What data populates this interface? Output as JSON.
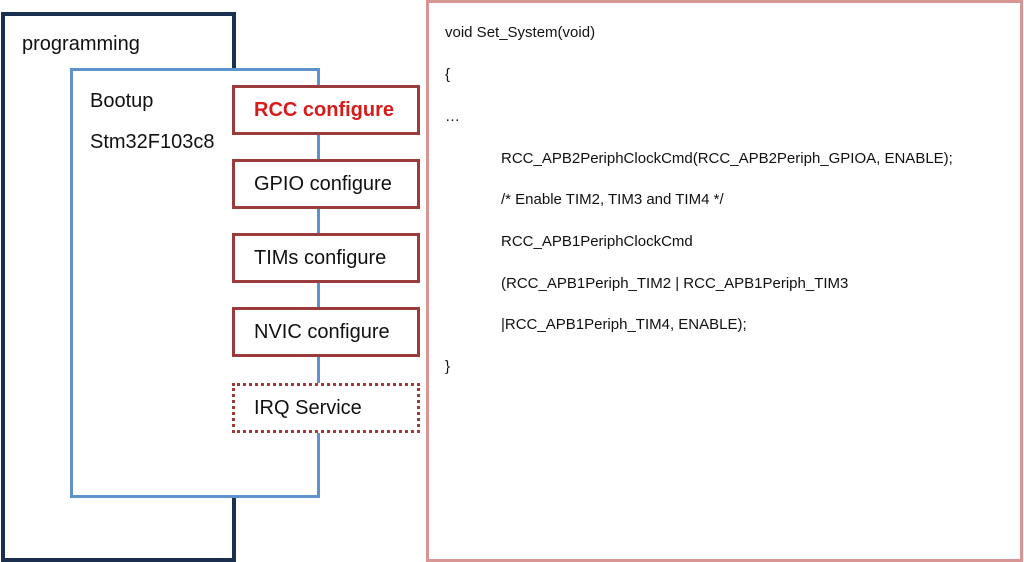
{
  "outer": {
    "title": "programming"
  },
  "inner": {
    "title": "Bootup",
    "chip": "Stm32F103c8"
  },
  "steps": [
    {
      "label": "RCC configure",
      "state": "active"
    },
    {
      "label": "GPIO configure",
      "state": "done"
    },
    {
      "label": "TIMs configure",
      "state": "done"
    },
    {
      "label": "NVIC configure",
      "state": "done"
    },
    {
      "label": "IRQ Service",
      "state": "pending"
    }
  ],
  "code": {
    "lines": [
      "void Set_System(void)",
      "{",
      "…",
      "RCC_APB2PeriphClockCmd(RCC_APB2Periph_GPIOA, ENABLE);",
      "/* Enable TIM2, TIM3 and TIM4 */",
      "RCC_APB1PeriphClockCmd",
      "(RCC_APB1Periph_TIM2 | RCC_APB1Periph_TIM3",
      "|RCC_APB1Periph_TIM4, ENABLE);",
      "}"
    ]
  },
  "colors": {
    "outer_border": "#1b2f4f",
    "inner_border": "#5e92cd",
    "step_border": "#9b3b3b",
    "active_text": "#d71a1a",
    "code_border": "#d99494"
  }
}
